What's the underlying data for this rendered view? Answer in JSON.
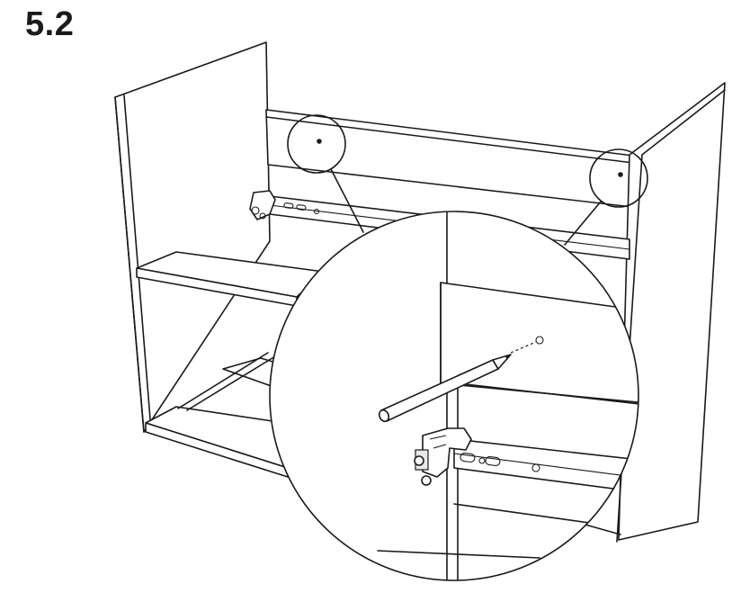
{
  "step": {
    "number": "5.2"
  },
  "illustration": {
    "subject": "cabinet-assembly",
    "callouts": [
      "left-drill-mark-detail",
      "right-drill-mark-detail"
    ],
    "tool": "pencil-icon"
  }
}
